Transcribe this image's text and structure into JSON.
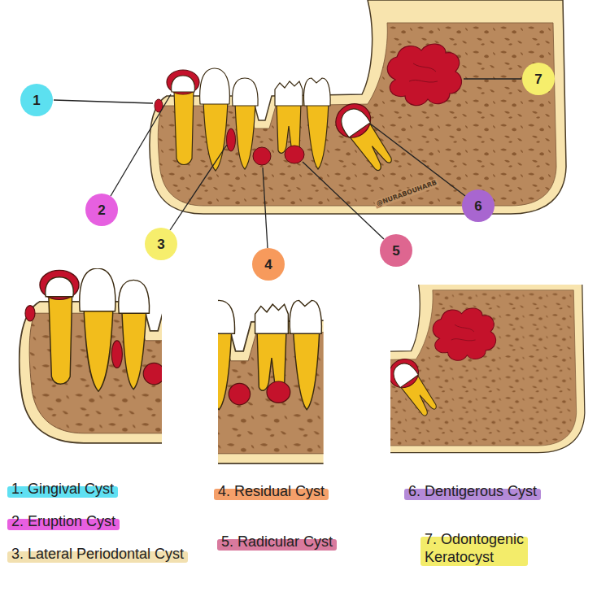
{
  "diagram": {
    "nodes": [
      {
        "text": [
          "1"
        ]
      },
      {
        "text": [
          "2"
        ]
      },
      {
        "text": [
          "3"
        ]
      },
      {
        "text": [
          "4"
        ]
      },
      {
        "text": [
          "5"
        ]
      },
      {
        "text": [
          "6"
        ]
      },
      {
        "text": [
          "7"
        ]
      }
    ],
    "labels": [
      "@NURABOUHARB"
    ],
    "legend": [
      {
        "text": "1. Gingival Cyst",
        "color": "#5fe0f2"
      },
      {
        "text": "2. Eruption Cyst",
        "color": "#e85fe0"
      },
      {
        "text": "3. Lateral Periodontal Cyst",
        "color": "#f2e0b0"
      },
      {
        "text": "4. Residual Cyst",
        "color": "#f5a06a"
      },
      {
        "text": "5. Radicular Cyst",
        "color": "#d97a9e"
      },
      {
        "text": "6. Dentigerous Cyst",
        "color": "#b48ad8"
      },
      {
        "text": "7. Odontogenic Keratocyst",
        "color": "#f3ec6a"
      }
    ]
  }
}
